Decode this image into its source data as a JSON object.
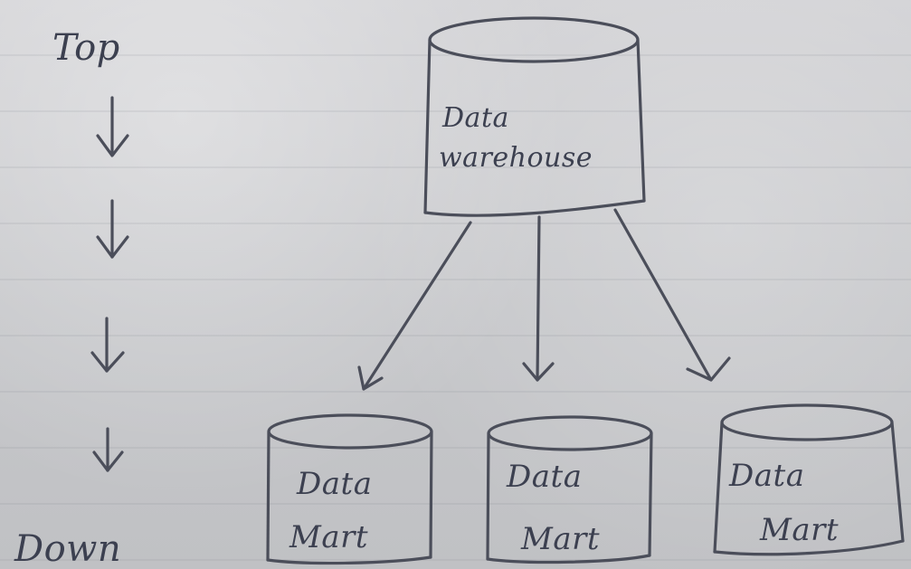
{
  "diagram": {
    "top_label": "Top",
    "bottom_label": "Down",
    "warehouse": {
      "line1": "Data",
      "line2": "warehouse"
    },
    "marts": [
      {
        "line1": "Data",
        "line2": "Mart"
      },
      {
        "line1": "Data",
        "line2": "Mart"
      },
      {
        "line1": "Data",
        "line2": "Mart"
      }
    ]
  }
}
